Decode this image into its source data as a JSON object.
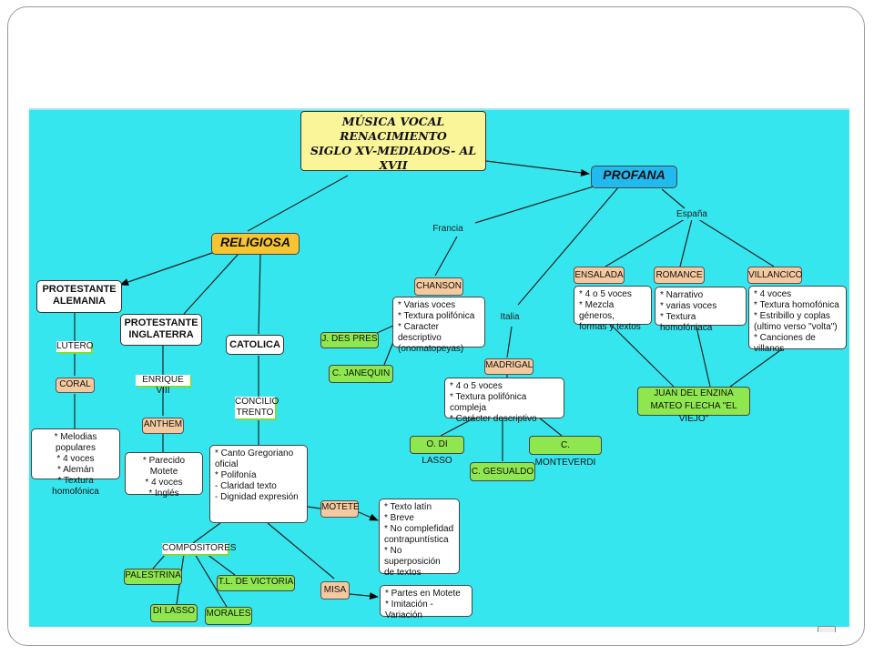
{
  "title": {
    "text": "MÚSICA VOCAL\nRENACIMIENTO\nSIGLO XV-MEDIADOS- AL XVII"
  },
  "religiosa": {
    "label": "RELIGIOSA"
  },
  "profana": {
    "label": "PROFANA"
  },
  "protestante_alemania": {
    "label": "PROTESTANTE\nALEMANIA",
    "link": "LUTERO",
    "form": "CORAL",
    "notes": "* Melodias populares\n* 4 voces\n* Alemán\n* Textura homofónica"
  },
  "protestante_inglaterra": {
    "label": "PROTESTANTE\nINGLATERRA",
    "link": "ENRIQUE VIII",
    "form": "ANTHEM",
    "notes": "* Parecido Motete\n* 4 voces\n* Inglés"
  },
  "catolica": {
    "label": "CATOLICA",
    "link": "CONCILIO\nTRENTO",
    "notes": "* Canto Gregoriano\noficial\n* Polifonía\n   - Claridad texto\n   - Dignidad expresión",
    "motete": "MOTETE",
    "motete_notes": "* Texto latín\n* Breve\n* No complefidad\ncontrapuntística\n* No superposición\nde textos",
    "misa": "MISA",
    "misa_notes": "* Partes en Motete\n* Imitación - Variación",
    "compositores_label": "COMPOSITORES",
    "composers": {
      "palestrina": "PALESTRINA",
      "victoria": "T.L. DE VICTORIA",
      "lasso": "DI LASSO",
      "morales": "MORALES"
    }
  },
  "francia": {
    "link": "Francia",
    "form": "CHANSON",
    "notes": "* Varias voces\n* Textura polifónica\n* Caracter descriptivo\n(onomatopeyas)",
    "composers": {
      "despres": "J. DES PRES",
      "janequin": "C. JANEQUIN"
    }
  },
  "italia": {
    "link": "Italia",
    "form": "MADRIGAL",
    "notes": "* 4 o 5 voces\n* Textura polifónica compleja\n* Carácter descriptivo",
    "composers": {
      "lasso": "O. DI LASSO",
      "gesualdo": "C. GESUALDO",
      "monteverdi": "C. MONTEVERDI"
    }
  },
  "espana": {
    "link": "España",
    "ensalada": {
      "label": "ENSALADA",
      "notes": "* 4 o 5 voces\n* Mezcla géneros,\nformas y textos"
    },
    "romance": {
      "label": "ROMANCE",
      "notes": "* Narrativo\n* varias voces\n* Textura homofóniaca"
    },
    "villancico": {
      "label": "VILLANCICO",
      "notes": "* 4 voces\n* Textura homofónica\n* Estribillo y coplas\n(ultimo verso \"volta\")\n* Canciones de villanos"
    },
    "composers": "JUAN DEL ENZINA\nMATEO FLECHA \"EL VIEJO\""
  }
}
